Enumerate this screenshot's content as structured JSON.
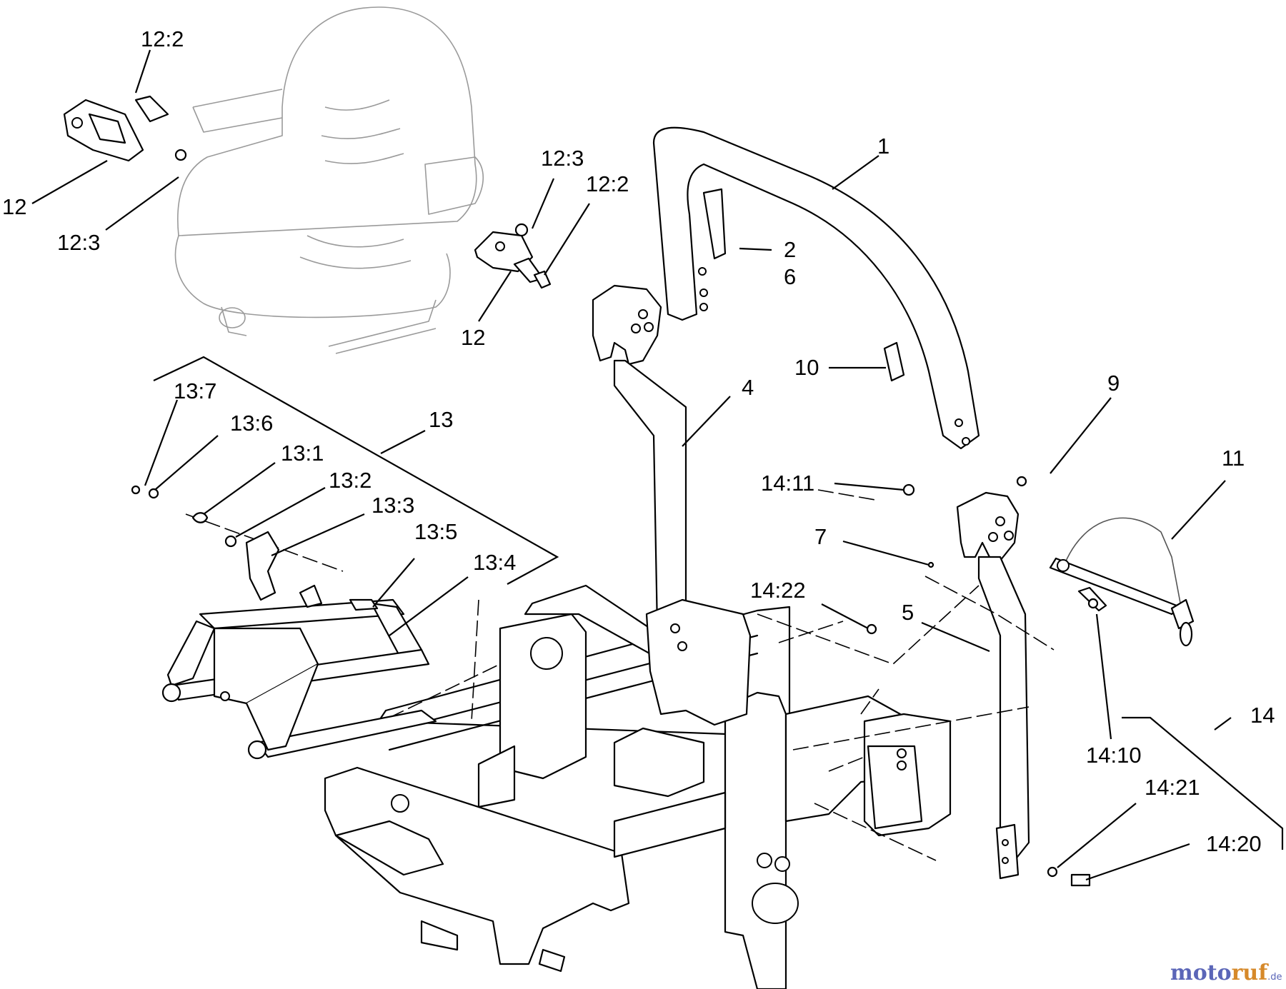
{
  "diagram": {
    "callouts": {
      "c_12_2_a": "12:2",
      "c_12_a": "12",
      "c_12_3_a": "12:3",
      "c_12_3_b": "12:3",
      "c_12_2_b": "12:2",
      "c_12_b": "12",
      "c_1": "1",
      "c_2": "2",
      "c_6": "6",
      "c_10": "10",
      "c_4": "4",
      "c_9": "9",
      "c_11": "11",
      "c_14_11": "14:11",
      "c_7": "7",
      "c_14_22": "14:22",
      "c_5": "5",
      "c_14": "14",
      "c_14_10": "14:10",
      "c_14_21": "14:21",
      "c_14_20": "14:20",
      "c_13": "13",
      "c_13_7": "13:7",
      "c_13_6": "13:6",
      "c_13_1": "13:1",
      "c_13_2": "13:2",
      "c_13_3": "13:3",
      "c_13_5": "13:5",
      "c_13_4": "13:4"
    },
    "icons": {
      "seat": "seat-icon",
      "rollbar_upper": "rollbar-upper-icon",
      "rollbar_left": "rollbar-left-icon",
      "rollbar_right": "rollbar-right-icon",
      "frame": "frame-icon",
      "seat_latch": "seat-latch-icon",
      "seat_pan": "seat-pan-icon",
      "lanyard": "lanyard-icon"
    }
  },
  "watermark": {
    "part1": "moto",
    "part2": "ruf",
    "suffix": ".de"
  }
}
